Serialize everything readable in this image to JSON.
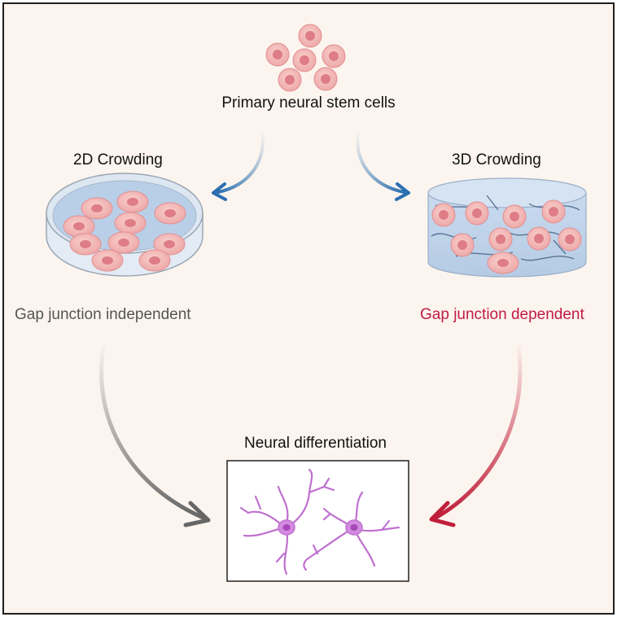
{
  "labels": {
    "primary": "Primary neural stem cells",
    "crowding_2d": "2D Crowding",
    "crowding_3d": "3D Crowding",
    "gap_independent": "Gap junction independent",
    "gap_dependent": "Gap junction dependent",
    "neural_diff": "Neural differentiation"
  },
  "colors": {
    "background": "#fcf5ef",
    "cell_fill": "#f2b9b7",
    "cell_nucleus": "#de7d86",
    "arrow_blue": "#2a6fb0",
    "arrow_gray": "#777777",
    "arrow_red": "#c01e3a",
    "neuron": "#c070d0",
    "text_independent": "#555555",
    "text_dependent": "#c21a47"
  },
  "icons": [
    "stem-cell-cluster-icon",
    "petri-dish-icon",
    "hydrogel-cylinder-icon",
    "neuron-icon"
  ]
}
